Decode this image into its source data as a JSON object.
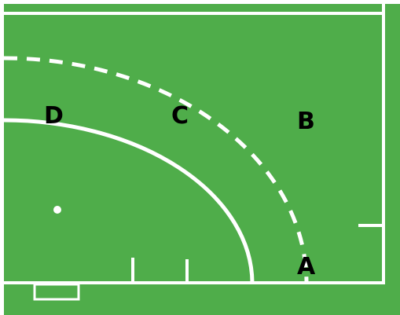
{
  "colors": {
    "grass": "#4fad4a",
    "lines": "#ffffff",
    "labels": "#000000"
  },
  "zones": {
    "a": "A",
    "b": "B",
    "c": "C",
    "d": "D"
  }
}
